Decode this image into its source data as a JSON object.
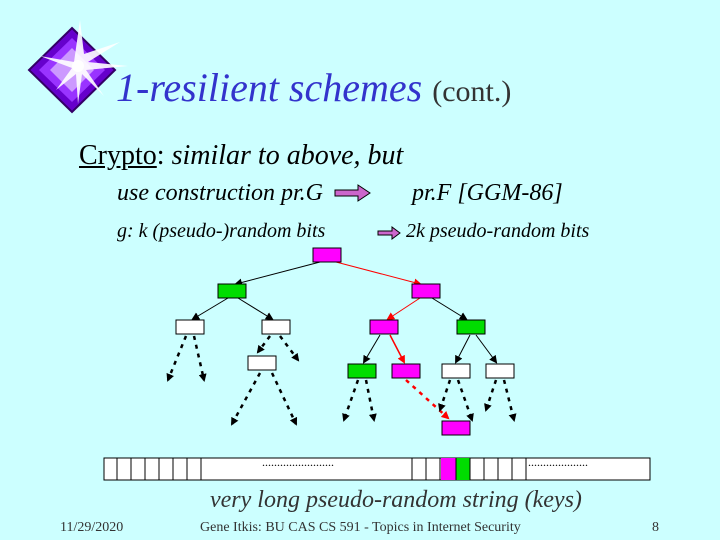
{
  "title": {
    "main": "1-resilient schemes",
    "suffix": "(cont.)"
  },
  "crypto": {
    "label": "Crypto",
    "colon": ":",
    "text": "similar to above, but"
  },
  "construction": {
    "left": "use construction pr.G",
    "right": "pr.F  [GGM-86]"
  },
  "generator": {
    "left": "g:  k (pseudo-)random bits",
    "right": "2k pseudo-random bits"
  },
  "string": {
    "dots": [
      "........................",
      "...................."
    ]
  },
  "caption": "very long pseudo-random string (keys)",
  "footer": {
    "date": "11/29/2020",
    "center": "Gene Itkis: BU CAS CS 591 - Topics in Internet Security",
    "page": "8"
  },
  "colors": {
    "title": "#3333cc",
    "background": "#ccffff",
    "magenta": "#ff00ff",
    "green": "#00dd00",
    "red": "#ff0000",
    "arrow_fill": "#cc66cc"
  }
}
